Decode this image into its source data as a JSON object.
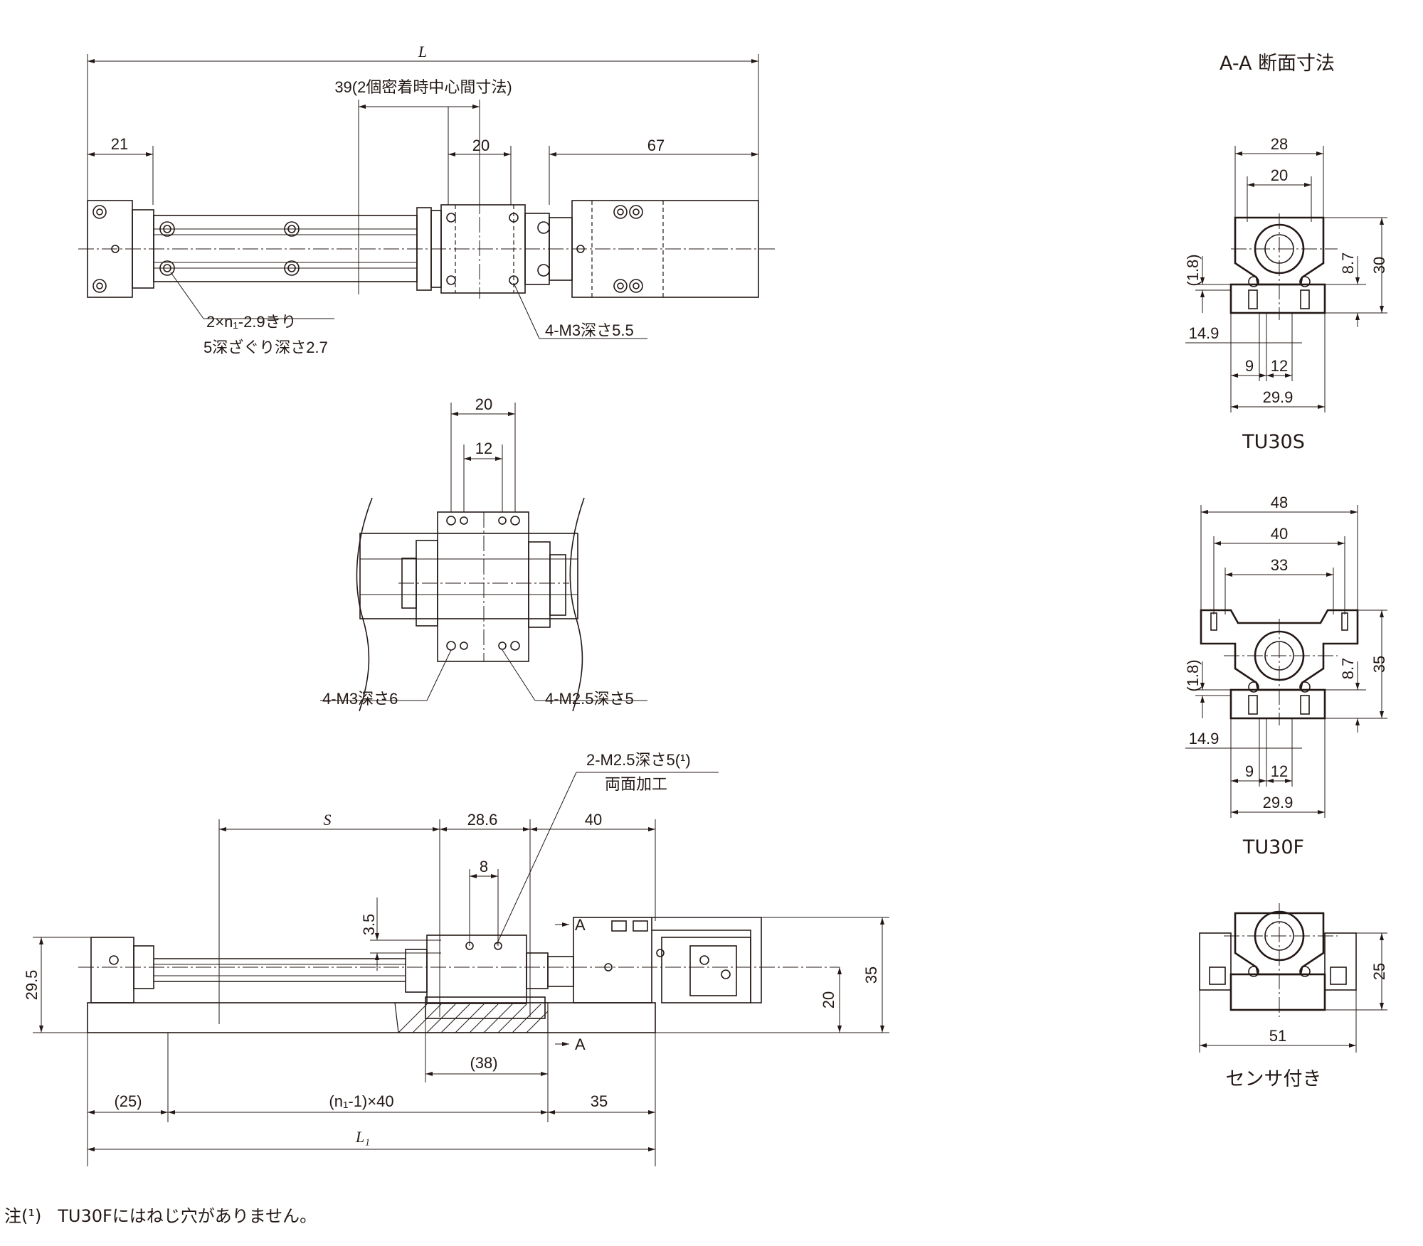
{
  "labels": {
    "top_L": "L",
    "top_39": "39(2個密着時中心間寸法)",
    "top_21": "21",
    "top_20": "20",
    "top_67": "67",
    "hole_note_1": "2×n₁-2.9きり",
    "hole_note_2": "5深ざぐり深さ2.7",
    "top_m3": "4-M3深さ5.5",
    "mid_20": "20",
    "mid_12": "12",
    "mid_m3": "4-M3深さ6",
    "mid_m25": "4-M2.5深さ5",
    "side_m25": "2-M2.5深さ5(¹)",
    "side_both": "両面加工",
    "side_S": "S",
    "side_286": "28.6",
    "side_40": "40",
    "side_8": "8",
    "side_35v": "3.5",
    "side_A_top": "A",
    "side_A_bot": "A",
    "side_295": "29.5",
    "side_20v": "20",
    "side_35r": "35",
    "side_38": "(38)",
    "side_25": "(25)",
    "side_n1": "(n₁-1)×40",
    "side_35b": "35",
    "side_L1": "L₁"
  },
  "section": {
    "title": "A-A 断面寸法",
    "tu30s": {
      "name": "TU30S",
      "w1": "28",
      "w2": "20",
      "h1": "8.7",
      "h2": "30",
      "gap": "(1.8)",
      "off": "14.9",
      "a": "9",
      "b": "12",
      "base": "29.9"
    },
    "tu30f": {
      "name": "TU30F",
      "w1": "48",
      "w2": "40",
      "w3": "33",
      "h1": "8.7",
      "h2": "35",
      "gap": "(1.8)",
      "off": "14.9",
      "a": "9",
      "b": "12",
      "base": "29.9"
    },
    "sensor": {
      "name": "センサ付き",
      "h": "25",
      "w": "51"
    }
  },
  "footnote": "注(¹)   TU30Fにはねじ穴がありません。"
}
